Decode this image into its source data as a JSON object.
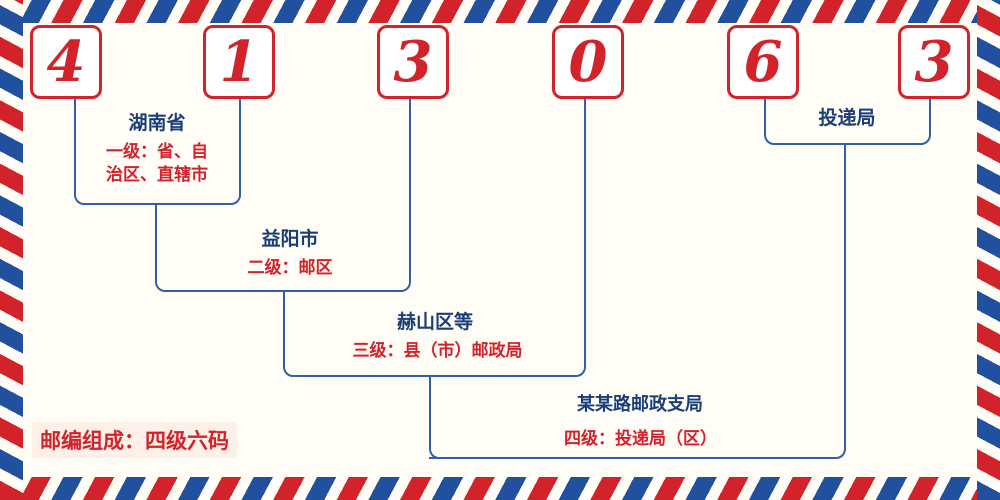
{
  "postal_code_digits": [
    "4",
    "1",
    "3",
    "0",
    "6",
    "3"
  ],
  "levels": [
    {
      "name": "湖南省",
      "desc_line1": "一级：省、自",
      "desc_line2": "治区、直辖市"
    },
    {
      "name": "益阳市",
      "desc": "二级：邮区"
    },
    {
      "name": "赫山区等",
      "desc": "三级：县（市）邮政局"
    },
    {
      "name": "某某路邮政支局",
      "desc": "四级：投递局（区）"
    },
    {
      "name": "投递局"
    }
  ],
  "footer_note": "邮编组成：四级六码",
  "colors": {
    "digit_red": "#d2232a",
    "line_blue": "#3060a8",
    "label_navy": "#1a3e78",
    "background": "#fffdf6"
  }
}
